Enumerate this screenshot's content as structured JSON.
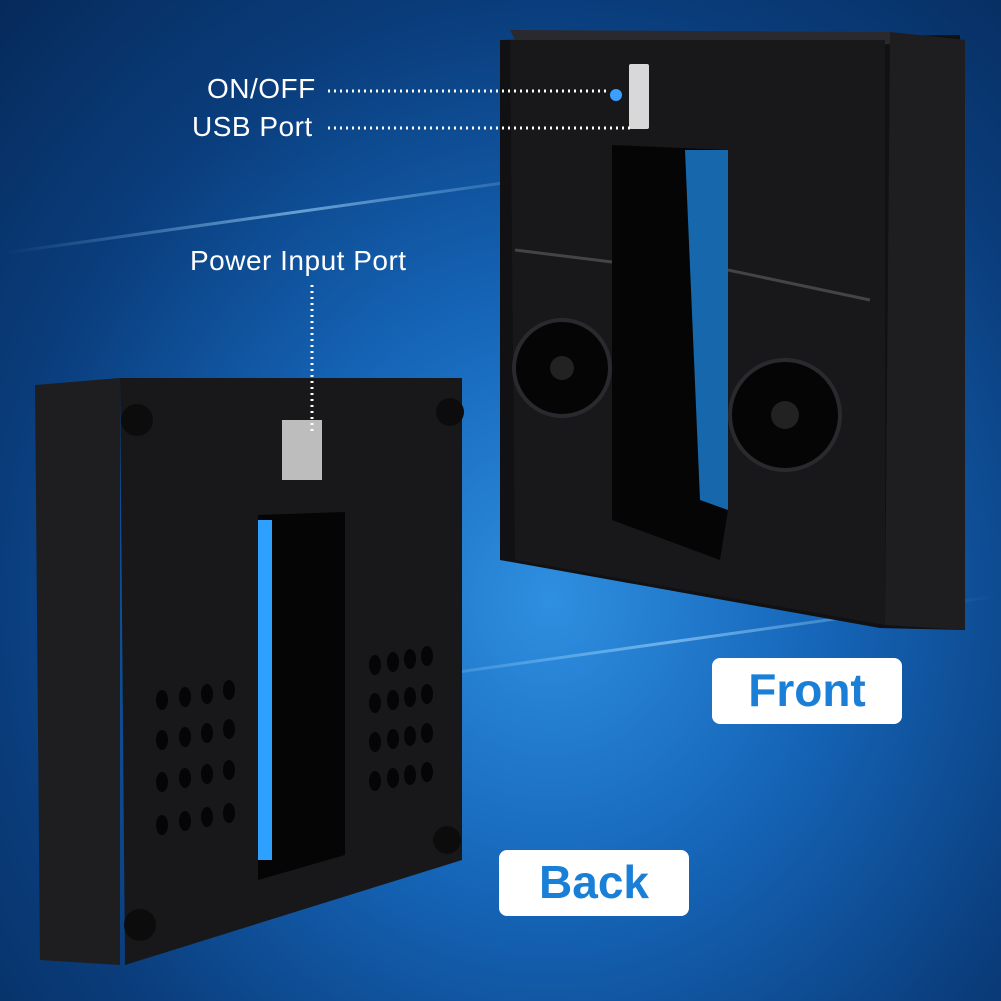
{
  "labels": {
    "on_off": "ON/OFF",
    "usb_port": "USB Port",
    "power_input_port": "Power Input Port",
    "front": "Front",
    "back": "Back"
  },
  "colors": {
    "badge_text": "#1a7fd6",
    "device_body": "#1b1b1d",
    "power_led": "#3aa0ff"
  }
}
